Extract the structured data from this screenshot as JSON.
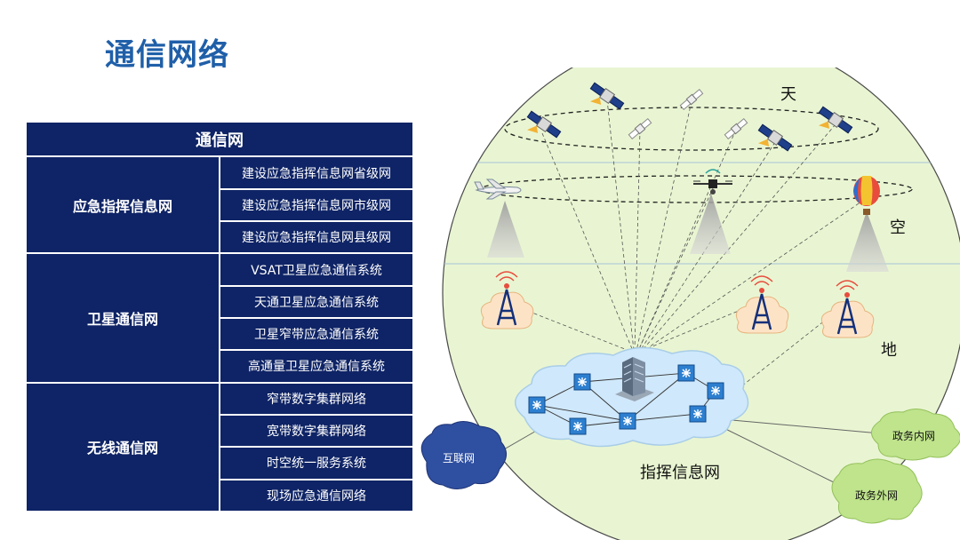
{
  "page": {
    "title": "通信网络"
  },
  "table": {
    "header": "通信网",
    "groups": [
      {
        "name": "应急指挥信息网",
        "items": [
          "建设应急指挥信息网省级网",
          "建设应急指挥信息网市级网",
          "建设应急指挥信息网县级网"
        ]
      },
      {
        "name": "卫星通信网",
        "items": [
          "VSAT卫星应急通信系统",
          "天通卫星应急通信系统",
          "卫星窄带应急通信系统",
          "高通量卫星应急通信系统"
        ]
      },
      {
        "name": "无线通信网",
        "items": [
          "窄带数字集群网络",
          "宽带数字集群网络",
          "时空统一服务系统",
          "现场应急通信网络"
        ]
      }
    ]
  },
  "diagram": {
    "layers": {
      "sky": "天",
      "air": "空",
      "ground": "地"
    },
    "center_network": "指挥信息网",
    "external_networks": {
      "internet": "互联网",
      "gov_intranet": "政务内网",
      "gov_extranet": "政务外网"
    }
  },
  "colors": {
    "title": "#1f5fa8",
    "table_bg": "#0f2466",
    "circle_fill": "#e9f5d2",
    "cloud_fill": "#cfe8fb",
    "cloud_dark": "#2f4fa0",
    "cloud_green": "#bfe48c"
  }
}
